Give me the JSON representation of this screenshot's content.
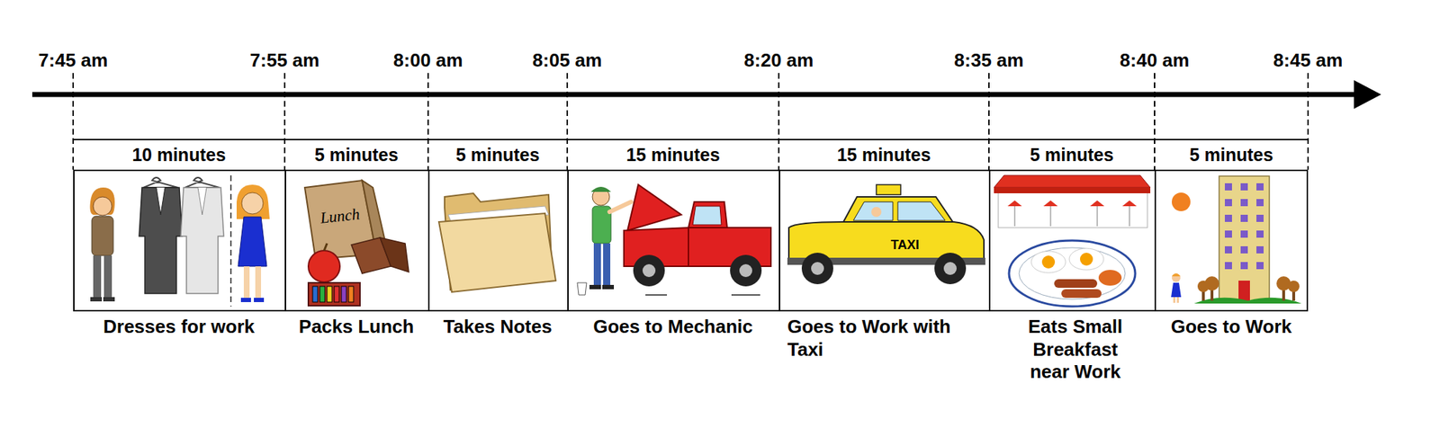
{
  "diagram": {
    "nodes": [
      {
        "text": [
          "10 minutes",
          "Dresses for work"
        ]
      },
      {
        "text": [
          "5 minutes",
          "Packs Lunch"
        ]
      },
      {
        "text": [
          "5 minutes",
          "Takes Notes"
        ]
      },
      {
        "text": [
          "15 minutes",
          "Goes to Mechanic"
        ]
      },
      {
        "text": [
          "15 minutes",
          "Goes to Work with Taxi"
        ]
      },
      {
        "text": [
          "5 minutes",
          "Eats Small Breakfast near Work"
        ]
      },
      {
        "text": [
          "5 minutes",
          "Goes to Work"
        ]
      }
    ],
    "labels": [
      "7:45 am",
      "7:55 am",
      "8:00 am",
      "8:05 am",
      "8:20 am",
      "8:35 am",
      "8:40 am",
      "8:45 am",
      "Lunch",
      "TAXI"
    ]
  }
}
